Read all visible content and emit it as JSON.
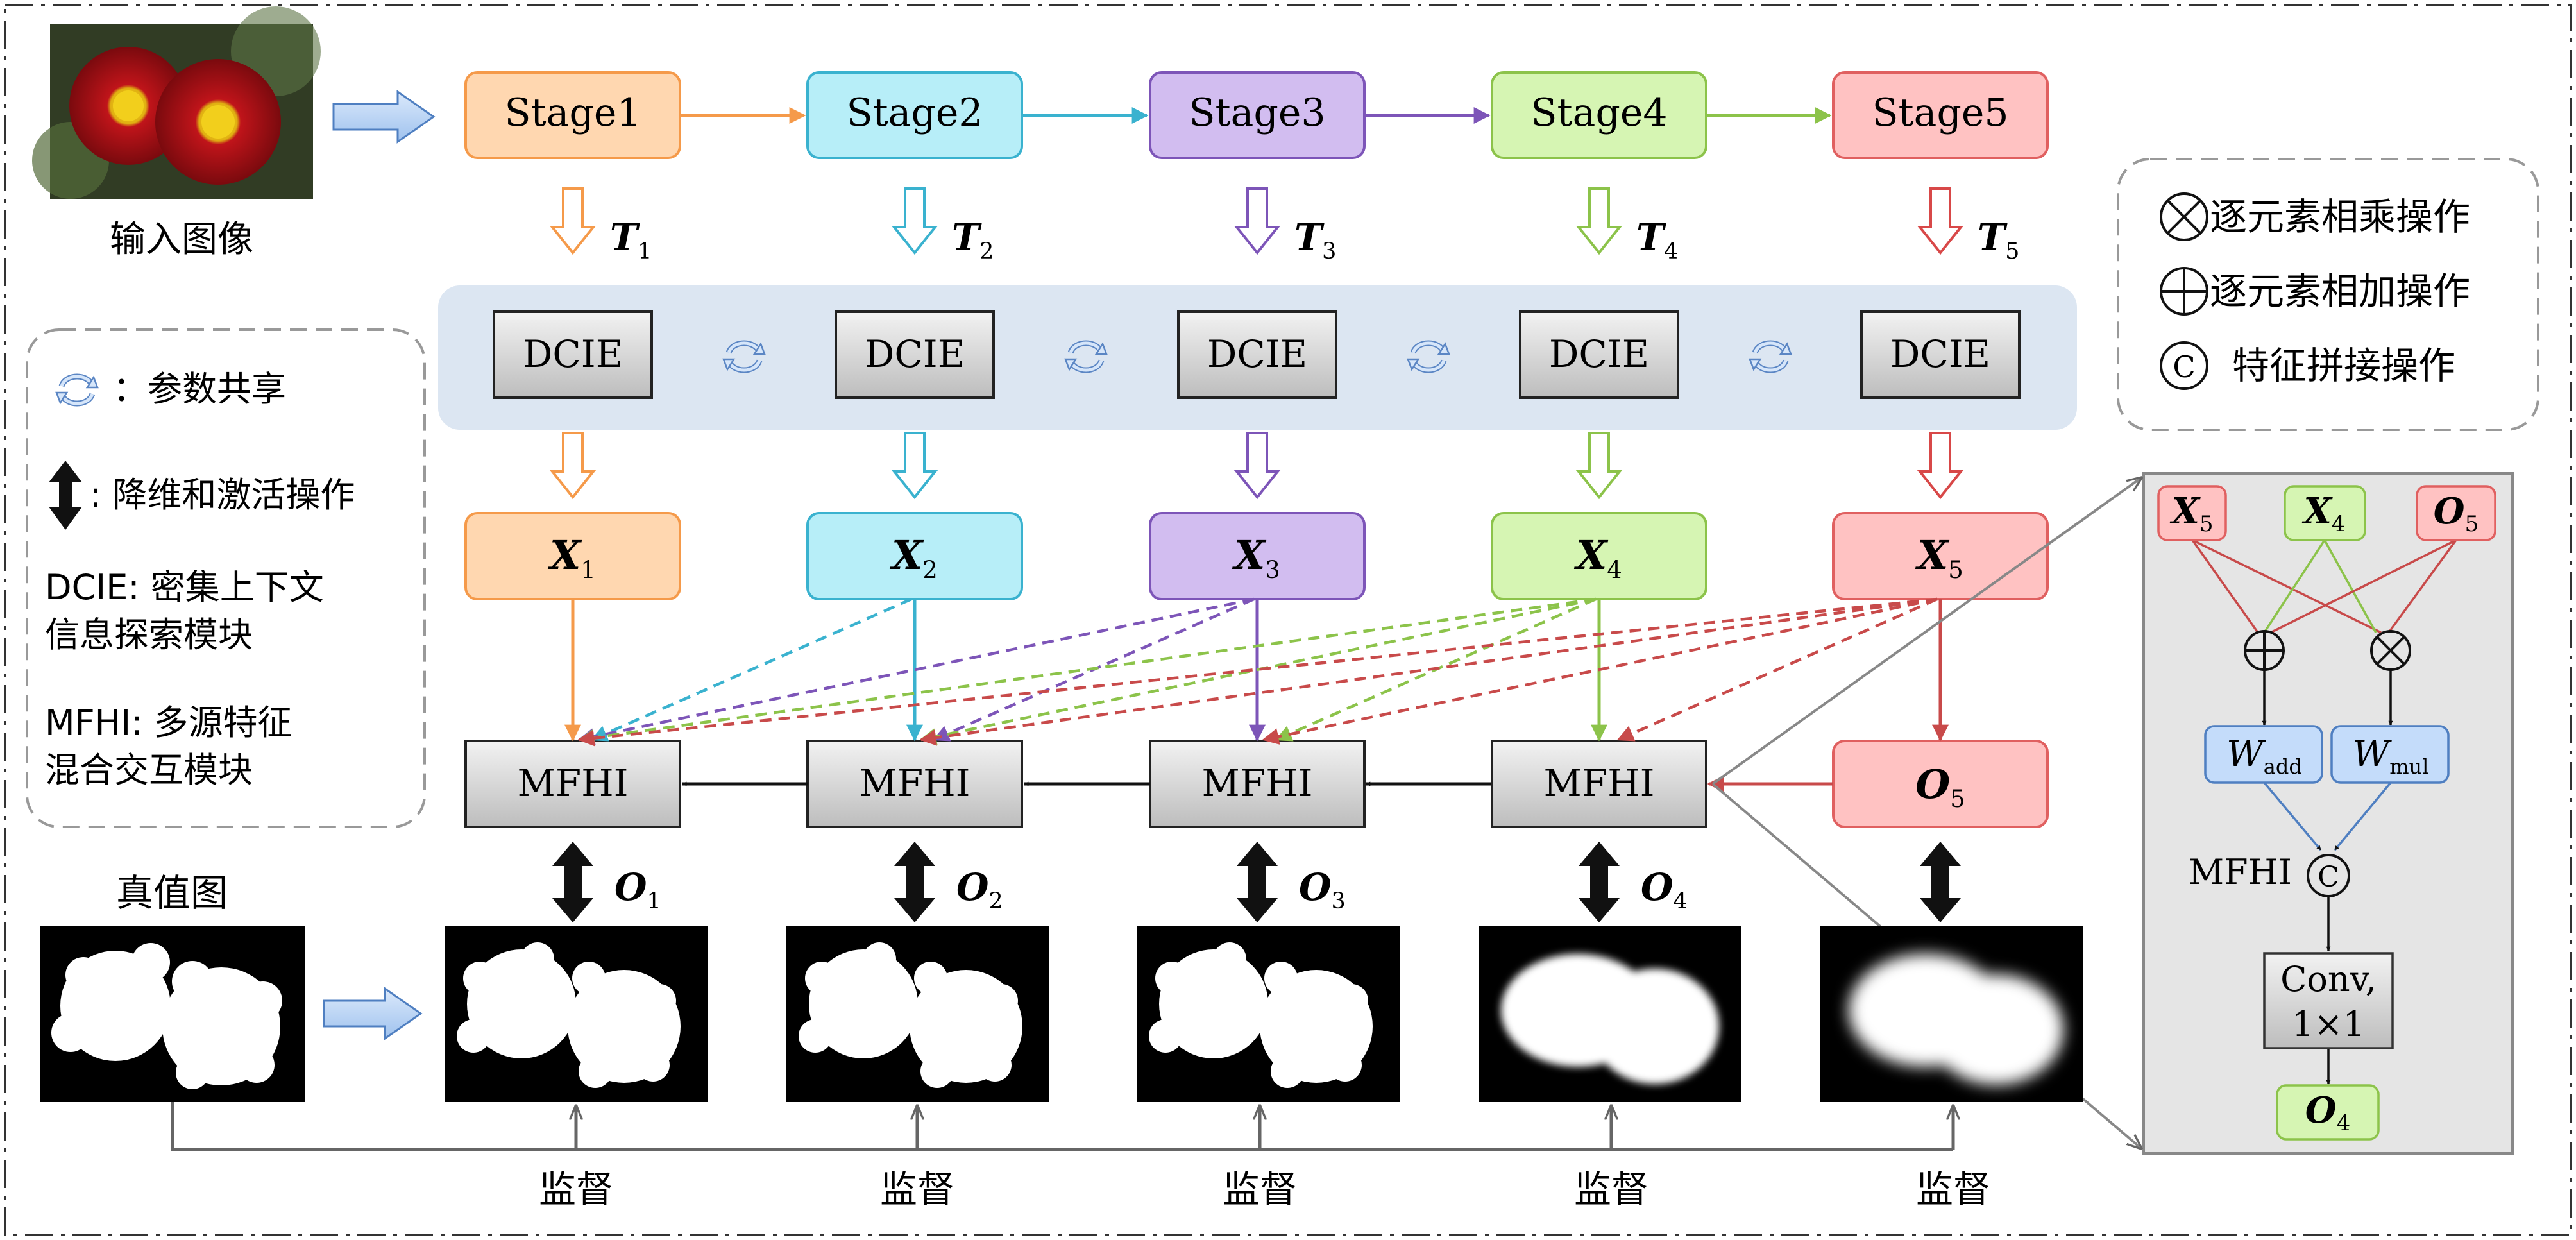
{
  "input": {
    "caption": "输入图像"
  },
  "stages": [
    {
      "label": "Stage1",
      "t": "T",
      "t_sub": "1",
      "x": "X",
      "x_sub": "1",
      "fill": "#ffd7b0",
      "stroke": "#f59a4a",
      "arrow": "#f59a4a"
    },
    {
      "label": "Stage2",
      "t": "T",
      "t_sub": "2",
      "x": "X",
      "x_sub": "2",
      "fill": "#b7eef8",
      "stroke": "#3ab2cf",
      "arrow": "#3ab2cf"
    },
    {
      "label": "Stage3",
      "t": "T",
      "t_sub": "3",
      "x": "X",
      "x_sub": "3",
      "fill": "#d2bdf0",
      "stroke": "#7d55b8",
      "arrow": "#7d55b8"
    },
    {
      "label": "Stage4",
      "t": "T",
      "t_sub": "4",
      "x": "X",
      "x_sub": "4",
      "fill": "#d6f5b3",
      "stroke": "#8cc34a",
      "arrow": "#8cc34a"
    },
    {
      "label": "Stage5",
      "t": "T",
      "t_sub": "5",
      "x": "X",
      "x_sub": "5",
      "fill": "#ffc2c2",
      "stroke": "#e06060",
      "arrow": "#d84848"
    }
  ],
  "dcie_label": "DCIE",
  "mfhi_label": "MFHI",
  "o5": {
    "o": "O",
    "sub": "5"
  },
  "outputs": [
    {
      "o": "O",
      "sub": "1"
    },
    {
      "o": "O",
      "sub": "2"
    },
    {
      "o": "O",
      "sub": "3"
    },
    {
      "o": "O",
      "sub": "4"
    }
  ],
  "supervision_label": "监督",
  "gt_label": "真值图",
  "legend_left": {
    "share": "：参数共享",
    "reduce": ": 降维和激活操作",
    "dcie_l1": "DCIE: 密集上下文",
    "dcie_l2": "信息探索模块",
    "mfhi_l1": "MFHI: 多源特征",
    "mfhi_l2": "混合交互模块"
  },
  "legend_right": {
    "mul": "逐元素相乘操作",
    "add": "逐元素相加操作",
    "concat": "特征拼接操作",
    "c_symbol": "C"
  },
  "detail": {
    "in1": {
      "v": "X",
      "sub": "5"
    },
    "in2": {
      "v": "X",
      "sub": "4"
    },
    "in3": {
      "v": "O",
      "sub": "5"
    },
    "w_add": {
      "v": "W",
      "sub": "add"
    },
    "w_mul": {
      "v": "W",
      "sub": "mul"
    },
    "mfhi": "MFHI",
    "c_symbol": "C",
    "conv_l1": "Conv,",
    "conv_l2": "1×1",
    "out": {
      "v": "O",
      "sub": "4"
    }
  }
}
